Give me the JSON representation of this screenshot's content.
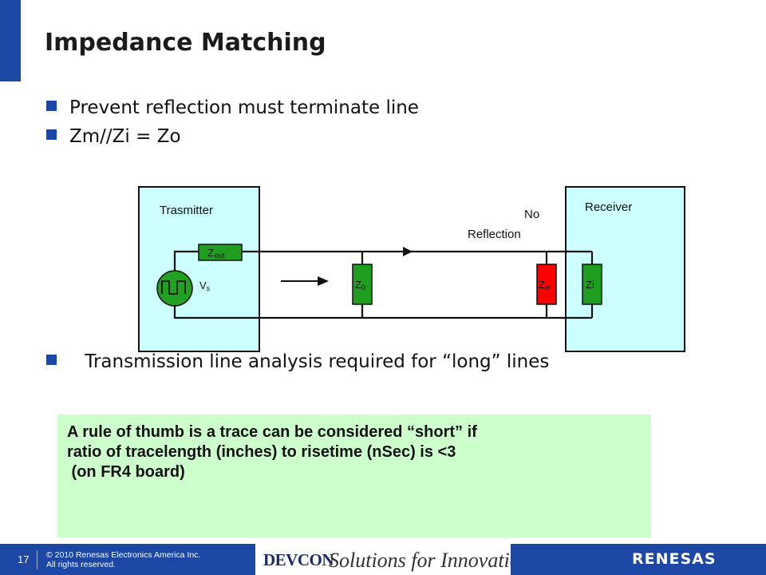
{
  "slide": {
    "title": "Impedance Matching",
    "bullets": [
      "Prevent reflection must terminate line",
      "Zm//Zi = Zo",
      " Transmission line analysis required for “long” lines"
    ]
  },
  "diagram": {
    "transmitter_label": "Trasmitter",
    "receiver_label": "Receiver",
    "no_reflection_line1": "No",
    "no_reflection_line2": "Reflection",
    "zout_main": "Z",
    "zout_sub": "out",
    "vs_main": "V",
    "vs_sub": "s",
    "z0_main": "Z",
    "z0_sub": "0",
    "zm_main": "Z",
    "zm_sub": "m",
    "zi_label": "Zi",
    "colors": {
      "panel": "#ccffff",
      "resistor_green": "#1f9d1f",
      "resistor_red": "#ff0000",
      "source_green": "#22a022"
    }
  },
  "note": {
    "line1": "A rule of thumb is a trace can be considered “short” if",
    "line2": "ratio of tracelength (inches) to risetime (nSec) is <3",
    "line3": " (on FR4 board)"
  },
  "footer": {
    "page_number": "17",
    "copyright_line1": "© 2010 Renesas Electronics America Inc.",
    "copyright_line2": "All rights reserved.",
    "devcon": "DEVCON",
    "tagline": "Solutions for Innovation",
    "logo": "RENESAS"
  }
}
